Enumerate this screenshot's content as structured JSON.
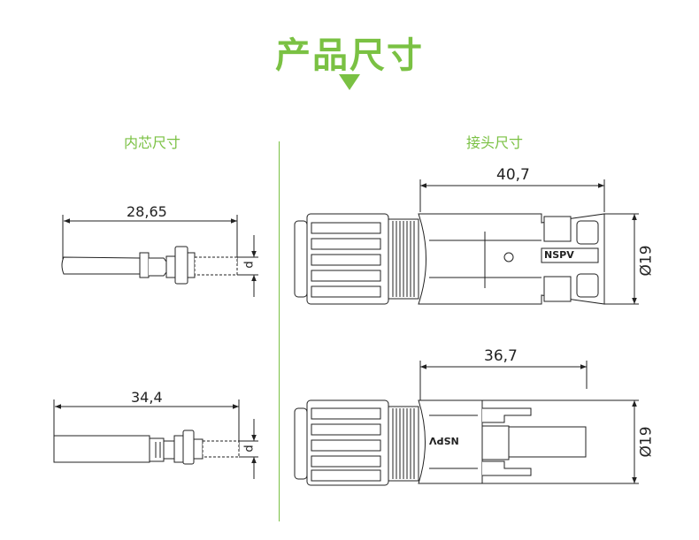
{
  "header": {
    "title": "产品尺寸"
  },
  "sections": {
    "left_label": "内芯尺寸",
    "right_label": "接头尺寸"
  },
  "dimensions": {
    "pin_male_length": "28,65",
    "pin_female_length": "34,4",
    "pin_diameter_label": "d",
    "connector_male_length": "40,7",
    "connector_female_length": "36,7",
    "connector_male_diameter": "Ø19",
    "connector_female_diameter": "Ø19"
  },
  "markings": {
    "brand_male": "NSPV",
    "brand_female": "NSPV"
  },
  "colors": {
    "accent": "#7ac143",
    "line": "#222222"
  }
}
